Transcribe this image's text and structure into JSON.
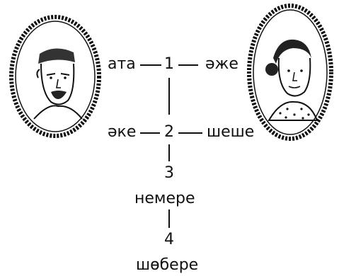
{
  "generations": [
    {
      "number": "1",
      "left": "ата",
      "right": "әже"
    },
    {
      "number": "2",
      "left": "әке",
      "right": "шеше"
    },
    {
      "number": "3",
      "label": "немере"
    },
    {
      "number": "4",
      "label": "шөбере"
    }
  ],
  "portraits": [
    {
      "name": "grandfather-portrait"
    },
    {
      "name": "grandmother-portrait"
    }
  ],
  "colors": {
    "ink": "#111111",
    "paper": "#ffffff"
  }
}
